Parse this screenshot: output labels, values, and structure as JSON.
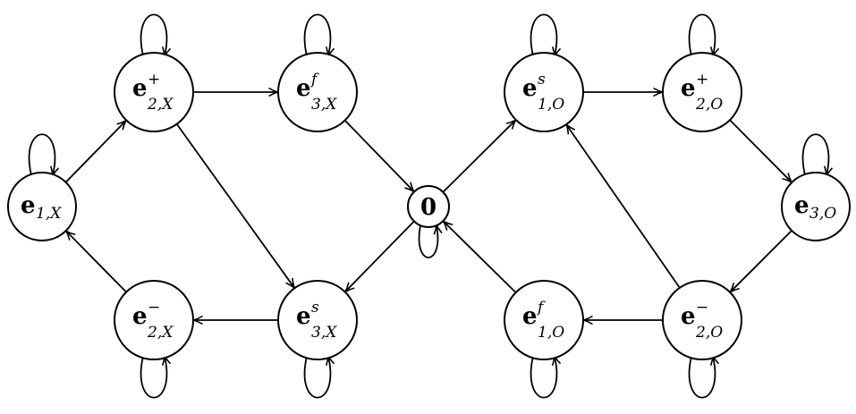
{
  "diagram": {
    "nodes": [
      {
        "id": "e1X",
        "base": "e",
        "sup": "",
        "sub": "1,X"
      },
      {
        "id": "e2Xp",
        "base": "e",
        "sup": "+",
        "sub": "2,X"
      },
      {
        "id": "e3Xf",
        "base": "e",
        "sup": "f",
        "sub": "3,X"
      },
      {
        "id": "e2Xm",
        "base": "e",
        "sup": "−",
        "sub": "2,X"
      },
      {
        "id": "e3Xs",
        "base": "e",
        "sup": "s",
        "sub": "3,X"
      },
      {
        "id": "zero",
        "base": "0",
        "sup": "",
        "sub": ""
      },
      {
        "id": "e1Os",
        "base": "e",
        "sup": "s",
        "sub": "1,O"
      },
      {
        "id": "e2Op",
        "base": "e",
        "sup": "+",
        "sub": "2,O"
      },
      {
        "id": "e3O",
        "base": "e",
        "sup": "",
        "sub": "3,O"
      },
      {
        "id": "e1Of",
        "base": "e",
        "sup": "f",
        "sub": "1,O"
      },
      {
        "id": "e2Om",
        "base": "e",
        "sup": "−",
        "sub": "2,O"
      }
    ],
    "edges": [
      {
        "from": "e1X",
        "to": "e2Xp"
      },
      {
        "from": "e2Xp",
        "to": "e3Xf"
      },
      {
        "from": "e2Xp",
        "to": "e3Xs"
      },
      {
        "from": "e3Xf",
        "to": "zero"
      },
      {
        "from": "zero",
        "to": "e3Xs"
      },
      {
        "from": "e3Xs",
        "to": "e2Xm"
      },
      {
        "from": "e2Xm",
        "to": "e1X"
      },
      {
        "from": "zero",
        "to": "e1Os"
      },
      {
        "from": "e1Os",
        "to": "e2Op"
      },
      {
        "from": "e2Op",
        "to": "e3O"
      },
      {
        "from": "e3O",
        "to": "e2Om"
      },
      {
        "from": "e2Om",
        "to": "e1Of"
      },
      {
        "from": "e2Om",
        "to": "e1Os"
      },
      {
        "from": "e1Of",
        "to": "zero"
      }
    ],
    "self_loops": [
      "e1X",
      "e2Xp",
      "e3Xf",
      "e2Xm",
      "e3Xs",
      "zero",
      "e1Os",
      "e2Op",
      "e3O",
      "e1Of",
      "e2Om"
    ]
  }
}
